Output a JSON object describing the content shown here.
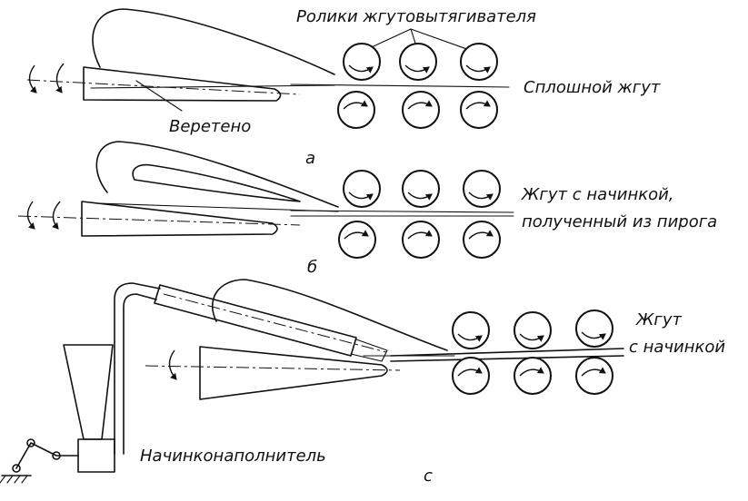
{
  "labels": {
    "rollers": "Ролики жгутовытягивателя",
    "solid_rope": "Сплошной жгут",
    "spindle": "Веретено",
    "fig_a": "а",
    "filled_rope_line1": "Жгут с начинкой,",
    "filled_rope_line2": "полученный из пирога",
    "fig_b": "б",
    "rope_line1": "Жгут",
    "rope_line2": "с начинкой",
    "filler": "Начинконаполнитель",
    "fig_c": "с"
  }
}
